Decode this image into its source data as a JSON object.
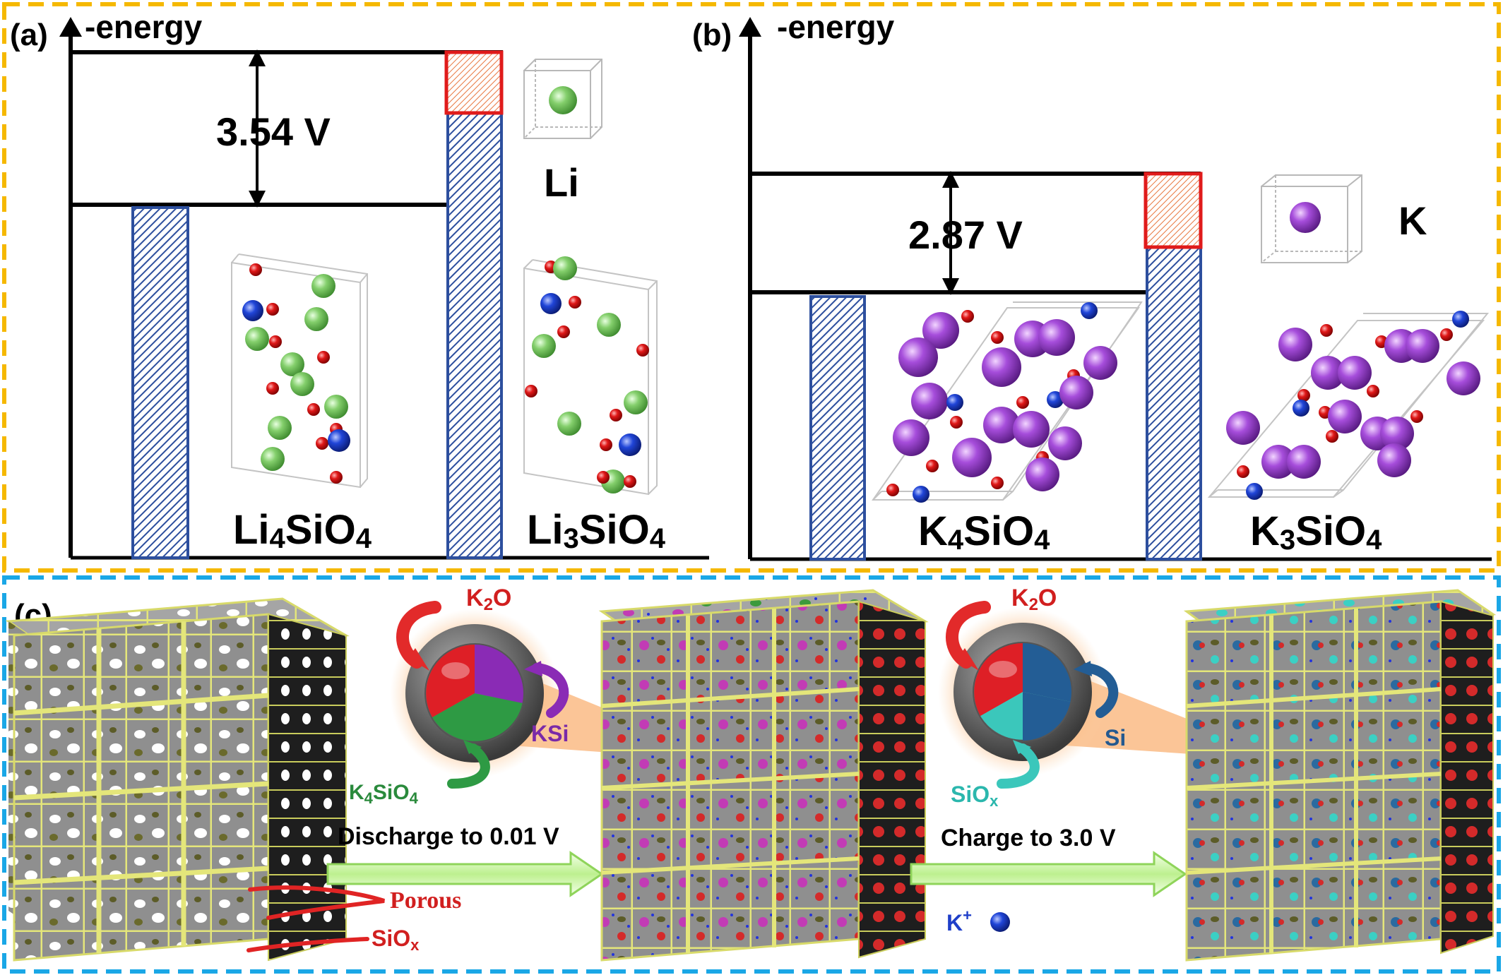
{
  "colors": {
    "orange_border": "#f5b800",
    "blue_border": "#1aa7e6",
    "hatch_blue": "#2d4f9e",
    "hatch_red": "#e8402a",
    "li_green": "#7ecb6a",
    "oxygen_red": "#d0141a",
    "si_blue": "#1d3fd1",
    "k_purple": "#a64ddb",
    "frame_yellow": "#e4e67a",
    "cube_gray": "#8c8c8c",
    "glow_orange": "#f8a15a",
    "arrow_green": "#a7e07a",
    "label_red": "#d11f1f",
    "label_green": "#2a8a3c",
    "label_purple": "#7a2aa8",
    "label_teal": "#2bb7ad",
    "label_blue": "#24598f"
  },
  "panel_a": {
    "label": "(a)",
    "axis": "-energy",
    "voltage": "3.54 V",
    "metal": "Li",
    "left_compound": "Li4SiO4",
    "right_compound": "Li3SiO4",
    "left_compound_parts": [
      "Li",
      "4",
      "SiO",
      "4"
    ],
    "right_compound_parts": [
      "Li",
      "3",
      "SiO",
      "4"
    ]
  },
  "panel_b": {
    "label": "(b)",
    "axis": "-energy",
    "voltage": "2.87 V",
    "metal": "K",
    "left_compound": "K4SiO4",
    "right_compound": "K3SiO4",
    "left_compound_parts": [
      "K",
      "4",
      "SiO",
      "4"
    ],
    "right_compound_parts": [
      "K",
      "3",
      "SiO",
      "4"
    ]
  },
  "panel_c": {
    "label": "(c)",
    "discharge_label": "Discharge to 0.01 V",
    "charge_label": "Charge to 3.0 V",
    "porous_label": "Porous",
    "siox_label_parts": [
      "SiO",
      "x"
    ],
    "sphere1": {
      "k2o_parts": [
        "K",
        "2",
        "O"
      ],
      "ksi": "KSi",
      "k4sio4_parts": [
        "K",
        "4",
        "SiO",
        "4"
      ]
    },
    "sphere2": {
      "k2o_parts": [
        "K",
        "2",
        "O"
      ],
      "si": "Si",
      "siox_parts": [
        "SiO",
        "x"
      ]
    },
    "kplus_parts": [
      "K",
      "+"
    ]
  }
}
